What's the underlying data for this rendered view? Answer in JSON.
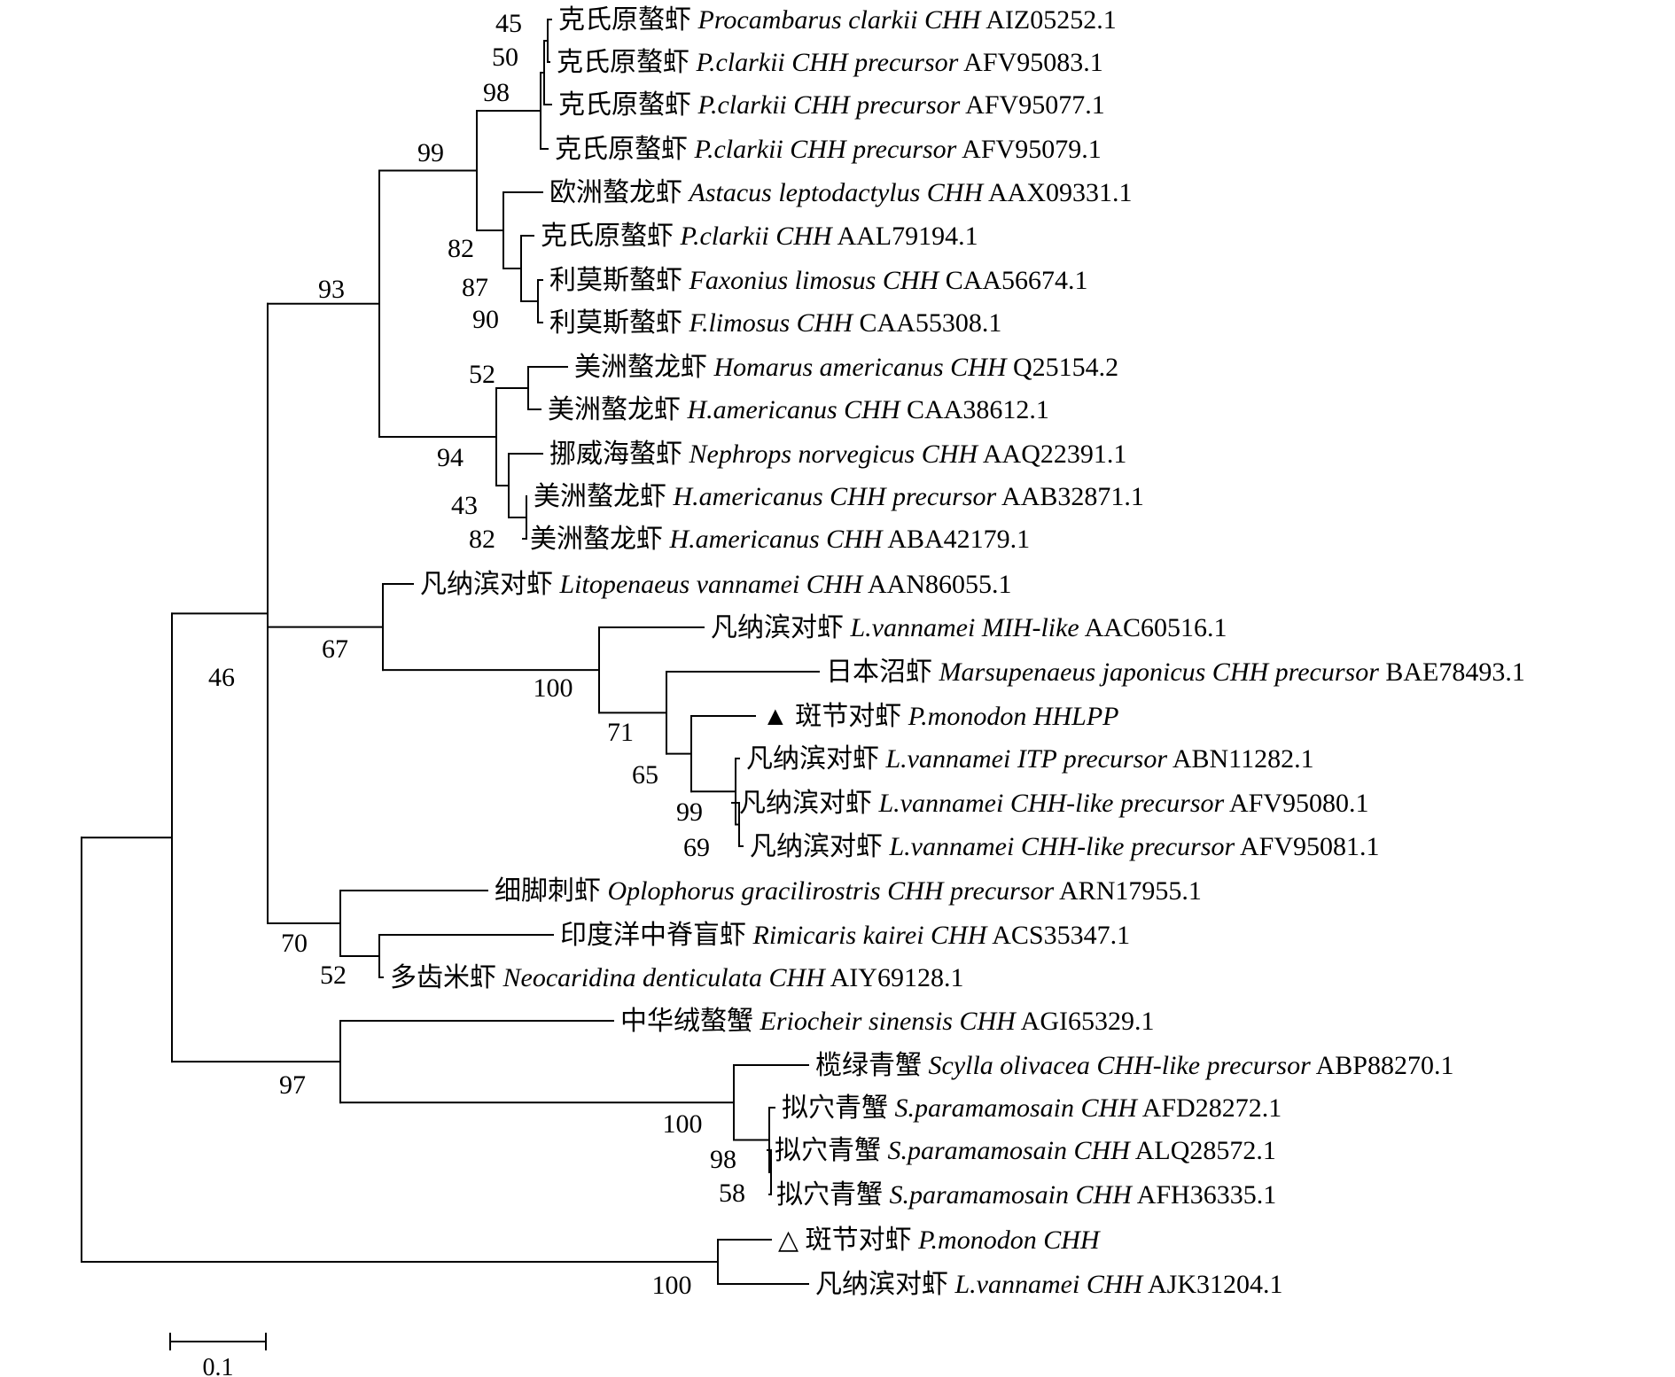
{
  "tree": {
    "taxa": [
      {
        "id": "t1",
        "cn": "克氏原螯虾",
        "latin": "Procambarus clarkii CHH",
        "acc": "AIZ05252.1"
      },
      {
        "id": "t2",
        "cn": "克氏原螯虾",
        "latin": "P.clarkii CHH precursor",
        "acc": "AFV95083.1"
      },
      {
        "id": "t3",
        "cn": "克氏原螯虾",
        "latin": "P.clarkii CHH precursor",
        "acc": "AFV95077.1"
      },
      {
        "id": "t4",
        "cn": "克氏原螯虾",
        "latin": "P.clarkii CHH precursor",
        "acc": "AFV95079.1"
      },
      {
        "id": "t5",
        "cn": "欧洲螯龙虾",
        "latin": "Astacus leptodactylus CHH",
        "acc": "AAX09331.1"
      },
      {
        "id": "t6",
        "cn": "克氏原螯虾",
        "latin": "P.clarkii CHH",
        "acc": "AAL79194.1"
      },
      {
        "id": "t7",
        "cn": "利莫斯螯虾",
        "latin": "Faxonius limosus CHH",
        "acc": "CAA56674.1"
      },
      {
        "id": "t8",
        "cn": "利莫斯螯虾",
        "latin": "F.limosus CHH",
        "acc": "CAA55308.1"
      },
      {
        "id": "t9",
        "cn": "美洲螯龙虾",
        "latin": "Homarus americanus CHH",
        "acc": "Q25154.2"
      },
      {
        "id": "t10",
        "cn": "美洲螯龙虾",
        "latin": "H.americanus CHH",
        "acc": "CAA38612.1"
      },
      {
        "id": "t11",
        "cn": "挪威海螯虾",
        "latin": "Nephrops norvegicus CHH",
        "acc": "AAQ22391.1"
      },
      {
        "id": "t12",
        "cn": "美洲螯龙虾",
        "latin": "H.americanus CHH precursor",
        "acc": "AAB32871.1"
      },
      {
        "id": "t13",
        "cn": "美洲螯龙虾",
        "latin": "H.americanus CHH",
        "acc": "ABA42179.1"
      },
      {
        "id": "t14",
        "cn": "凡纳滨对虾",
        "latin": "Litopenaeus vannamei CHH",
        "acc": "AAN86055.1"
      },
      {
        "id": "t15",
        "cn": "凡纳滨对虾",
        "latin": "L.vannamei MIH-like",
        "acc": "AAC60516.1"
      },
      {
        "id": "t16",
        "cn": "日本沼虾",
        "latin": "Marsupenaeus japonicus CHH precursor",
        "acc": "BAE78493.1"
      },
      {
        "id": "t17",
        "marker": "▲",
        "cn": "斑节对虾",
        "latin": "P.monodon HHLPP",
        "acc": ""
      },
      {
        "id": "t18",
        "cn": "凡纳滨对虾",
        "latin": "L.vannamei ITP precursor",
        "acc": "ABN11282.1"
      },
      {
        "id": "t19",
        "cn": "凡纳滨对虾",
        "latin": "L.vannamei CHH-like precursor",
        "acc": "AFV95080.1"
      },
      {
        "id": "t20",
        "cn": "凡纳滨对虾",
        "latin": "L.vannamei CHH-like precursor",
        "acc": "AFV95081.1"
      },
      {
        "id": "t21",
        "cn": "细脚刺虾",
        "latin": "Oplophorus gracilirostris CHH precursor",
        "acc": "ARN17955.1"
      },
      {
        "id": "t22",
        "cn": "印度洋中脊盲虾",
        "latin": "Rimicaris kairei CHH",
        "acc": "ACS35347.1"
      },
      {
        "id": "t23",
        "cn": "多齿米虾",
        "latin": "Neocaridina denticulata CHH",
        "acc": "AIY69128.1"
      },
      {
        "id": "t24",
        "cn": "中华绒螯蟹",
        "latin": "Eriocheir sinensis CHH",
        "acc": "AGI65329.1"
      },
      {
        "id": "t25",
        "cn": "榄绿青蟹",
        "latin": "Scylla olivacea CHH-like precursor",
        "acc": "ABP88270.1"
      },
      {
        "id": "t26",
        "cn": "拟穴青蟹",
        "latin": "S.paramamosain CHH",
        "acc": "AFD28272.1"
      },
      {
        "id": "t27",
        "cn": "拟穴青蟹",
        "latin": "S.paramamosain CHH",
        "acc": "ALQ28572.1"
      },
      {
        "id": "t28",
        "cn": "拟穴青蟹",
        "latin": "S.paramamosain CHH",
        "acc": "AFH36335.1"
      },
      {
        "id": "t29",
        "marker": "△",
        "cn": "斑节对虾",
        "latin": "P.monodon CHH",
        "acc": ""
      },
      {
        "id": "t30",
        "cn": "凡纳滨对虾",
        "latin": "L.vannamei CHH",
        "acc": "AJK31204.1"
      }
    ],
    "bootstrap": [
      "45",
      "50",
      "98",
      "99",
      "82",
      "87",
      "90",
      "93",
      "52",
      "94",
      "43",
      "82",
      "67",
      "100",
      "71",
      "65",
      "99",
      "69",
      "46",
      "70",
      "52",
      "97",
      "100",
      "98",
      "58",
      "100"
    ],
    "scale_bar": {
      "label": "0.1",
      "length": 0.1
    }
  }
}
